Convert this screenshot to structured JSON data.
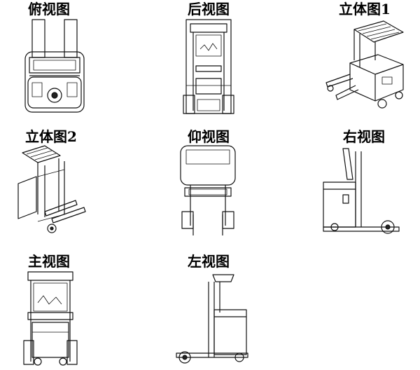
{
  "views": [
    {
      "id": "top",
      "label": "俯视图"
    },
    {
      "id": "rear",
      "label": "后视图"
    },
    {
      "id": "iso1",
      "label": "立体图1"
    },
    {
      "id": "iso2",
      "label": "立体图2"
    },
    {
      "id": "bottom",
      "label": "仰视图"
    },
    {
      "id": "right",
      "label": "右视图"
    },
    {
      "id": "front",
      "label": "主视图"
    },
    {
      "id": "left",
      "label": "左视图"
    }
  ]
}
